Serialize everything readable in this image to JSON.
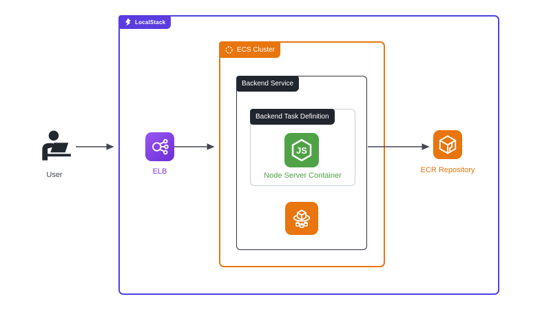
{
  "diagram": {
    "localstack": {
      "label": "LocalStack"
    },
    "ecs_cluster": {
      "label": "ECS Cluster"
    },
    "backend_service": {
      "label": "Backend Service"
    },
    "backend_task_definition": {
      "label": "Backend Task Definition"
    },
    "node_container": {
      "label": "Node Server Container",
      "icon_text": "JS"
    },
    "user": {
      "label": "User"
    },
    "elb": {
      "label": "ELB"
    },
    "ecr": {
      "label": "ECR Repository"
    }
  },
  "icons": {
    "localstack_logo": "localstack-logo",
    "ecs_cluster_badge_icon": "ecs-ring-icon",
    "nodejs_icon": "nodejs-hexagon-icon",
    "ecs_service_icon": "ecs-cube-icon",
    "elb_icon": "elb-network-icon",
    "ecr_icon": "ecr-package-icon",
    "user_icon": "user-laptop-icon"
  },
  "colors": {
    "localstack_border": "#4a42e2",
    "localstack_badge_bg": "#5a3ce0",
    "aws_orange": "#e8750e",
    "dark_badge_bg": "#21252d",
    "dark_box_border": "#2e323a",
    "light_box_border": "#c8ccd2",
    "node_green": "#4fa246",
    "elb_purple": "#7c3aed",
    "arrow": "#43474e",
    "background": "#ffffff"
  }
}
